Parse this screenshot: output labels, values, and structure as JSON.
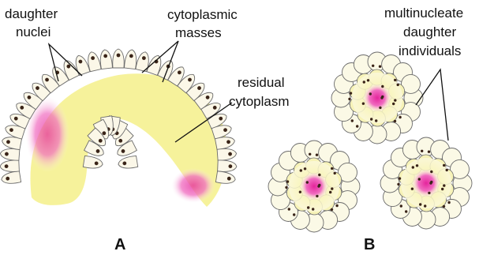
{
  "labels": {
    "daughter_nuclei": [
      "daughter",
      "nuclei"
    ],
    "cytoplasmic_masses": [
      "cytoplasmic",
      "masses"
    ],
    "residual_cytoplasm": [
      "residual",
      "cytoplasm"
    ],
    "multinucleate_daughter_individuals": [
      "multinucleate",
      "daughter",
      "individuals"
    ]
  },
  "panels": {
    "a": "A",
    "b": "B"
  },
  "colors": {
    "yellow": "#f5f08a",
    "pink": "#e5259c",
    "bud_fill": "#fbf7e8",
    "outline": "#6b6b6b",
    "nucleus": "#3a2418"
  }
}
